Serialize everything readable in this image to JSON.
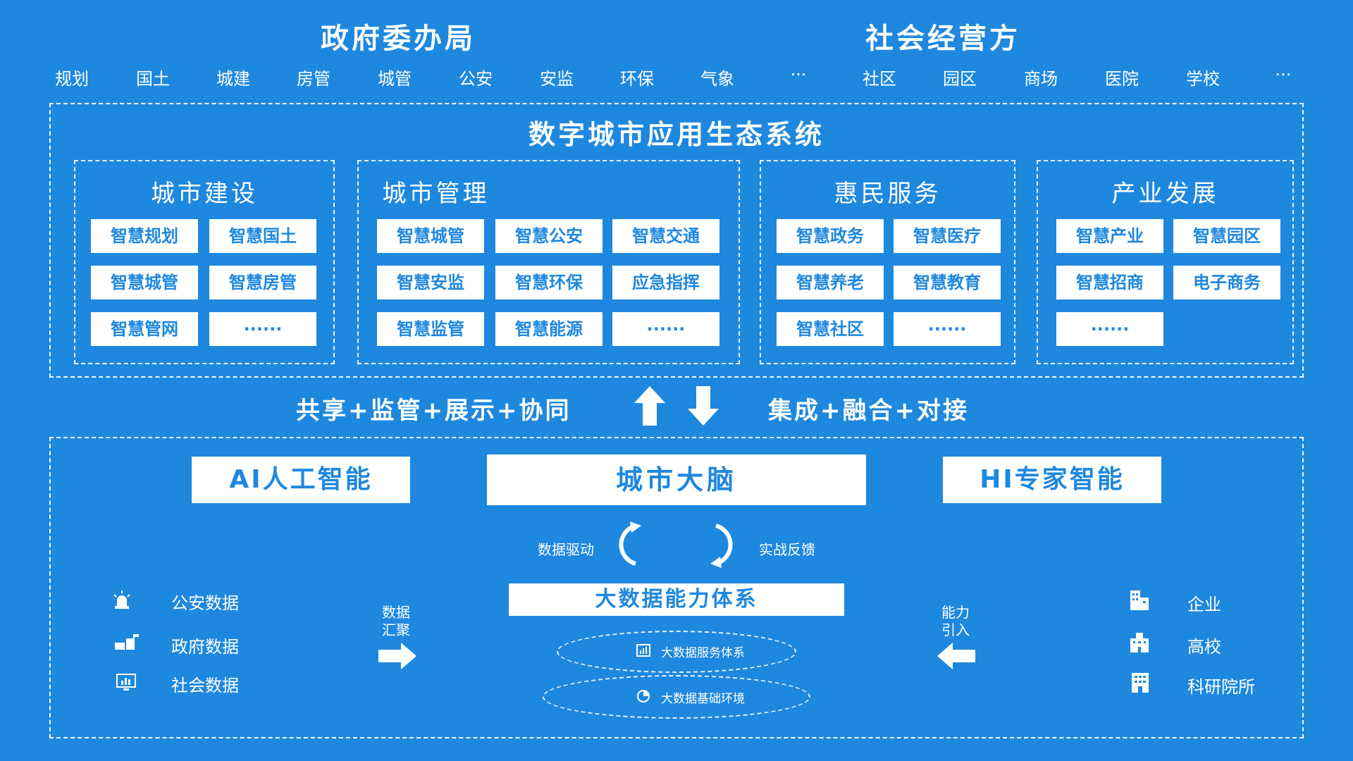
{
  "header": {
    "gov_title": "政府委办局",
    "social_title": "社会经营方",
    "gov_items": [
      "规划",
      "国土",
      "城建",
      "房管",
      "城管",
      "公安",
      "安监",
      "环保",
      "气象",
      "···"
    ],
    "social_items": [
      "社区",
      "园区",
      "商场",
      "医院",
      "学校",
      "···"
    ]
  },
  "ecosystem": {
    "title": "数字城市应用生态系统",
    "groups": [
      {
        "title": "城市建设",
        "apps": [
          "智慧规划",
          "智慧国土",
          "智慧城管",
          "智慧房管",
          "智慧管网",
          "······"
        ]
      },
      {
        "title": "城市管理",
        "apps": [
          "智慧城管",
          "智慧公安",
          "智慧交通",
          "智慧安监",
          "智慧环保",
          "应急指挥",
          "智慧监管",
          "智慧能源",
          "······"
        ]
      },
      {
        "title": "惠民服务",
        "apps": [
          "智慧政务",
          "智慧医疗",
          "智慧养老",
          "智慧教育",
          "智慧社区",
          "······"
        ]
      },
      {
        "title": "产业发展",
        "apps": [
          "智慧产业",
          "智慧园区",
          "智慧招商",
          "电子商务",
          "······"
        ]
      }
    ]
  },
  "middle": {
    "left_text": "共享+监管+展示+协同",
    "right_text": "集成+融合+对接"
  },
  "brain": {
    "ai_label": "AI人工智能",
    "brain_label": "城市大脑",
    "hi_label": "HI专家智能",
    "data_drive": "数据驱动",
    "feedback": "实战反馈",
    "bigdata_title": "大数据能力体系",
    "service_system": "大数据服务体系",
    "base_env": "大数据基础环境"
  },
  "sources": {
    "left": [
      {
        "icon": "alarm-light-icon",
        "label": "公安数据"
      },
      {
        "icon": "government-building-icon",
        "label": "政府数据"
      },
      {
        "icon": "monitor-chart-icon",
        "label": "社会数据"
      }
    ],
    "left_flow_label_1": "数据",
    "left_flow_label_2": "汇聚",
    "right": [
      {
        "icon": "office-building-icon",
        "label": "企业"
      },
      {
        "icon": "school-building-icon",
        "label": "高校"
      },
      {
        "icon": "research-building-icon",
        "label": "科研院所"
      }
    ],
    "right_flow_label_1": "能力",
    "right_flow_label_2": "引入"
  },
  "colors": {
    "background": "#1e88df",
    "foreground": "#ffffff"
  }
}
